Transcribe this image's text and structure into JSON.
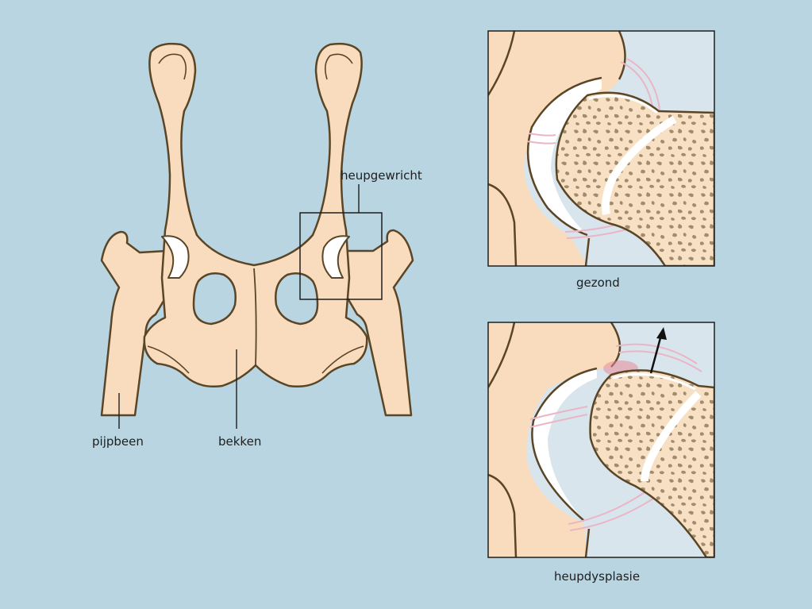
{
  "labels": {
    "hip_joint": "heupgewricht",
    "femur": "pijpbeen",
    "pelvis": "bekken",
    "healthy": "gezond",
    "dysplasia": "heupdysplasie"
  },
  "colors": {
    "background": "#b8d5e1",
    "bone": "#f8dcbd",
    "outline": "#5a4526",
    "cartilage": "#ffffff",
    "spongy_bone": "#a38c6c",
    "panel_bg": "#d9e5ec",
    "ligament": "#eab6c6",
    "inflammation": "#e88a9a"
  },
  "icons": {
    "arrow": "arrow-up-icon"
  }
}
